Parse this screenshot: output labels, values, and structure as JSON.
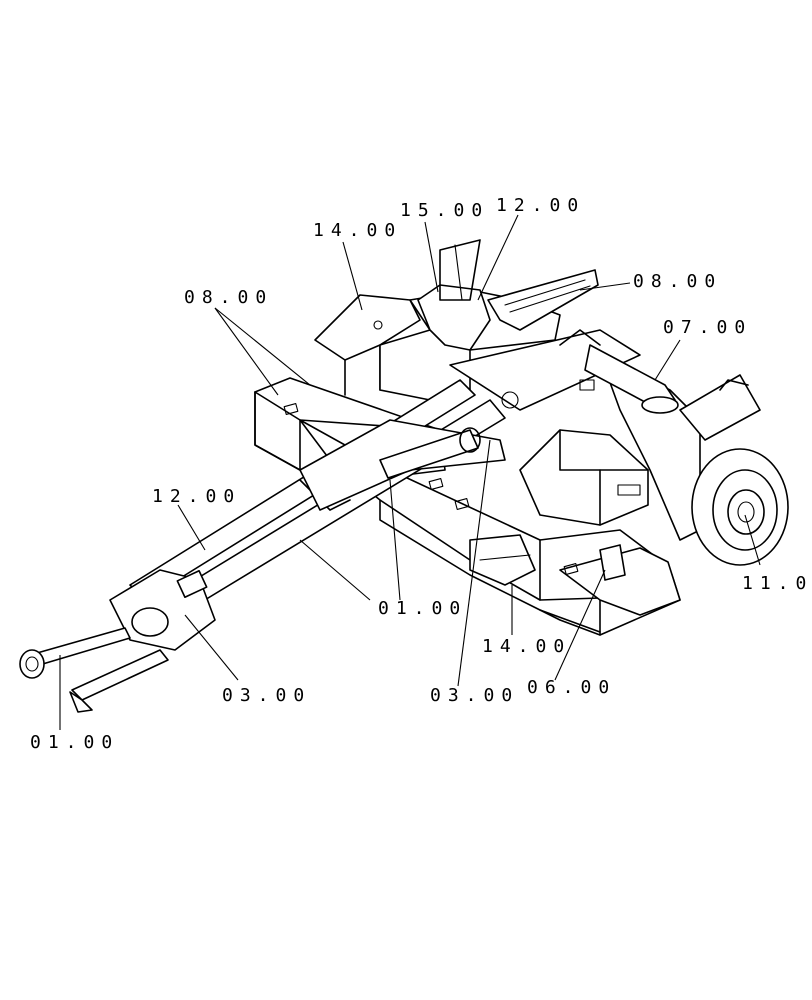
{
  "callouts": [
    {
      "id": "c1",
      "text": "15.00"
    },
    {
      "id": "c2",
      "text": "12.00"
    },
    {
      "id": "c3",
      "text": "14.00"
    },
    {
      "id": "c4",
      "text": "08.00"
    },
    {
      "id": "c5",
      "text": "08.00"
    },
    {
      "id": "c6",
      "text": "07.00"
    },
    {
      "id": "c7",
      "text": "12.00"
    },
    {
      "id": "c8",
      "text": "11.0"
    },
    {
      "id": "c9",
      "text": "01.00"
    },
    {
      "id": "c10",
      "text": "14.00"
    },
    {
      "id": "c11",
      "text": "06.00"
    },
    {
      "id": "c12",
      "text": "03.00"
    },
    {
      "id": "c13",
      "text": "03.00"
    },
    {
      "id": "c14",
      "text": "01.00"
    }
  ]
}
